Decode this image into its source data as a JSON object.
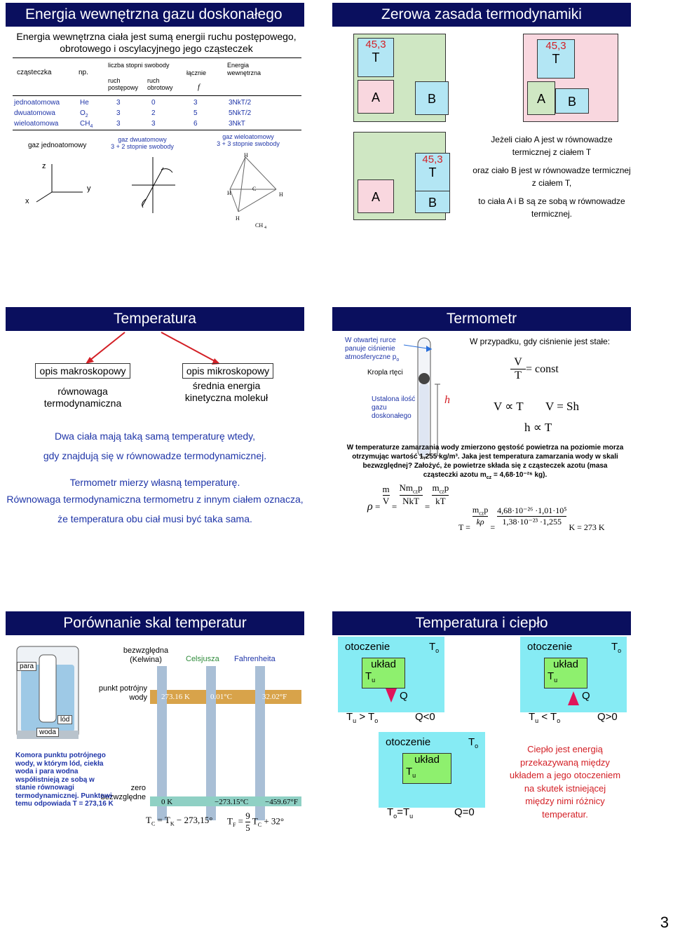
{
  "slide1": {
    "title": "Energia wewnętrzna gazu doskonałego",
    "intro": "Energia wewnętrzna ciała jest sumą energii ruchu postępowego, obrotowego i oscylacyjnego jego cząsteczek",
    "hdr_particle": "cząsteczka",
    "hdr_example": "np.",
    "hdr_dof": "liczba stopni swobody",
    "hdr_trans": "ruch postępowy",
    "hdr_rot": "ruch obrotowy",
    "hdr_total": "łącznie",
    "hdr_f": "f",
    "hdr_energy": "Energia wewnętrzna",
    "rows": [
      {
        "name": "jednoatomowa",
        "ex": "He",
        "t": "3",
        "r": "0",
        "tot": "3",
        "e": "3NkT/2"
      },
      {
        "name": "dwuatomowa",
        "ex": "O",
        "exsub": "2",
        "t": "3",
        "r": "2",
        "tot": "5",
        "e": "5NkT/2"
      },
      {
        "name": "wieloatomowa",
        "ex": "CH",
        "exsub": "4",
        "t": "3",
        "r": "3",
        "tot": "6",
        "e": "3NkT"
      }
    ],
    "mono_label": "gaz jednoatomowy",
    "di_label1": "gaz dwuatomowy",
    "di_label2": "3 + 2 stopnie swobody",
    "poly_label1": "gaz wieloatomowy",
    "poly_label2": "3 + 3 stopnie swobody",
    "ax_x": "x",
    "ax_y": "y",
    "ax_z": "z",
    "mol_h": "H",
    "mol_c": "C",
    "mol_ch4": "CH",
    "mol_ch4_sub": "4"
  },
  "slide2": {
    "title": "Zerowa zasada termodynamiki",
    "temp": "45,3",
    "T": "T",
    "A": "A",
    "B": "B",
    "text1": "Jeżeli ciało A jest w równowadze termicznej z ciałem T",
    "text2": "oraz ciało B jest w równowadze termicznej z ciałem T,",
    "text3": "to ciała A i B są ze sobą w równowadze termicznej."
  },
  "slide3": {
    "title": "Temperatura",
    "macro": "opis makroskopowy",
    "micro": "opis mikroskopowy",
    "macro_desc": "równowaga termodynamiczna",
    "micro_desc": "średnia energia kinetyczna molekuł",
    "p1a": "Dwa ciała mają taką samą temperaturę wtedy,",
    "p1b": "gdy znajdują się w równowadze termodynamicznej.",
    "p2a": "Termometr mierzy własną temperaturę.",
    "p2b": "Równowaga termodynamiczna termometru z innym ciałem oznacza,",
    "p2c": "że temperatura obu ciał musi być taka sama."
  },
  "slide4": {
    "title": "Termometr",
    "lbl_open": "W otwartej rurce panuje ciśnienie atmosferyczne p",
    "lbl_open_sub": "o",
    "lbl_drop": "Kropla rtęci",
    "lbl_gas": "Ustalona ilość gazu doskonałego",
    "h": "h",
    "const_label": "W przypadku, gdy ciśnienie jest stałe:",
    "eq_const": "= const",
    "V": "V",
    "T": "T",
    "prop1": "V ∝ T",
    "prop2": "V = Sh",
    "prop3": "h ∝ T",
    "problem": "W temperaturze zamarzania wody zmierzono gęstość powietrza na poziomie morza otrzymując wartość 1,255 kg/m³. Jaka jest temperatura zamarzania wody w skali bezwzględnej? Założyć, że powietrze składa się z cząsteczek azotu (masa cząsteczki azotu m",
    "problem_sub": "cz",
    "problem_end": " = 4,68·10⁻²⁶ kg).",
    "rho": "ρ",
    "f_m": "m",
    "f_Nmcz_p": "Nm",
    "f_cz": "cz",
    "f_p": "p",
    "f_NkT": "NkT",
    "f_kT": "kT",
    "f_mczp": "m",
    "res_num": "4,68·10⁻²⁶ ·1,01·10⁵",
    "res_den": "1,38·10⁻²³ ·1,255",
    "res_kr": "kρ",
    "res_val": "K = 273 K"
  },
  "slide5": {
    "title": "Porównanie skal temperatur",
    "para": "para",
    "lod": "lód",
    "woda": "woda",
    "kelvin": "bezwzględna (Kelwina)",
    "celsius": "Celsjusza",
    "fahr": "Fahrenheita",
    "triple": "punkt potrójny wody",
    "zero": "zero bezwzględne",
    "k_triple": "273.16 K",
    "c_triple": "0.01°C",
    "f_triple": "32.02°F",
    "k_zero": "0 K",
    "c_zero": "−273.15°C",
    "f_zero": "−459.67°F",
    "note": "Komora punktu potrójnego wody, w którym lód, ciekła woda i para wodna współistnieją ze sobą w stanie równowagi termodynamicznej. Punktowi temu odpowiada T = 273,16 K",
    "eq1": "T",
    "eq2": "T"
  },
  "slide6": {
    "title": "Temperatura i ciepło",
    "otoczenie": "otoczenie",
    "To": "T",
    "To_sub": "o",
    "uklad": "układ",
    "Tu": "T",
    "Tu_sub": "u",
    "Q": "Q",
    "cmp1": "> T",
    "q1": "Q<0",
    "cmp2": "< T",
    "q2": "Q>0",
    "cmp3": "=T",
    "q3": "Q=0",
    "def": "Ciepło jest energią przekazywaną między układem a jego otoczeniem na skutek istniejącej między nimi różnicy temperatur."
  },
  "page_number": "3"
}
